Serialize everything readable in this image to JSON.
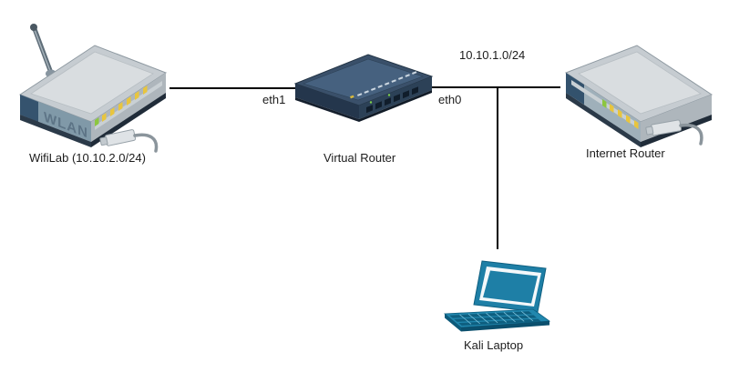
{
  "diagram": {
    "nodes": {
      "wifi_router": {
        "label": "WifiLab (10.10.2.0/24)"
      },
      "virtual_router": {
        "label": "Virtual Router"
      },
      "internet_router": {
        "label": "Internet Router"
      },
      "kali_laptop": {
        "label": "Kali Laptop"
      }
    },
    "links": {
      "wifi_to_virtual": {
        "interface_label": "eth1"
      },
      "virtual_to_internet": {
        "interface_label": "eth0",
        "subnet_label": "10.10.1.0/24"
      }
    },
    "colors": {
      "link_line": "#000000",
      "router_body": "#c6ccd1",
      "router_face": "#8099a8",
      "router_trim": "#2b3a49",
      "led_yellow": "#e8c53e",
      "led_green": "#8cc63f",
      "virtual_router_body": "#3a506a",
      "laptop_teal": "#1e7fa6",
      "label_text": "#1c1c1c",
      "background": "#ffffff"
    }
  }
}
